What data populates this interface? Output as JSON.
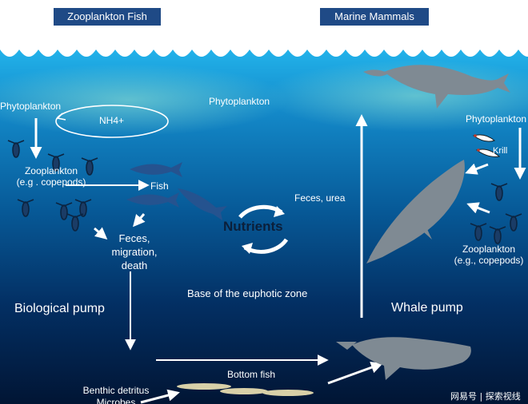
{
  "headers": {
    "left": "Zooplankton Fish",
    "right": "Marine Mammals"
  },
  "labels": {
    "phytoplankton_left": "Phytoplankton",
    "phytoplankton_center": "Phytoplankton",
    "phytoplankton_right": "Phytoplankton",
    "ammonium": "NH4+",
    "zooplankton_left_line1": "Zooplankton",
    "zooplankton_left_line2": "(e.g . copepods)",
    "fish": "Fish",
    "feces_line1": "Feces,",
    "feces_line2": "migration,",
    "feces_line3": "death",
    "nutrients": "Nutrients",
    "feces_urea": "Feces, urea",
    "krill": "Krill",
    "zooplankton_right_line1": "Zooplankton",
    "zooplankton_right_line2": "(e.g., copepods)",
    "euphotic": "Base of the euphotic zone",
    "biological_pump": "Biological pump",
    "whale_pump": "Whale pump",
    "bottom_fish": "Bottom fish",
    "benthic_line1": "Benthic detritus",
    "benthic_line2": "Microbes",
    "watermark": "网易号 | 探索视线"
  },
  "colors": {
    "header_bg": "#1f4a86",
    "ocean_top": "#1aa6e0",
    "ocean_bottom": "#011a3a",
    "whale": "#7f8a93",
    "fish": "#25538f",
    "arrow": "#ffffff"
  }
}
